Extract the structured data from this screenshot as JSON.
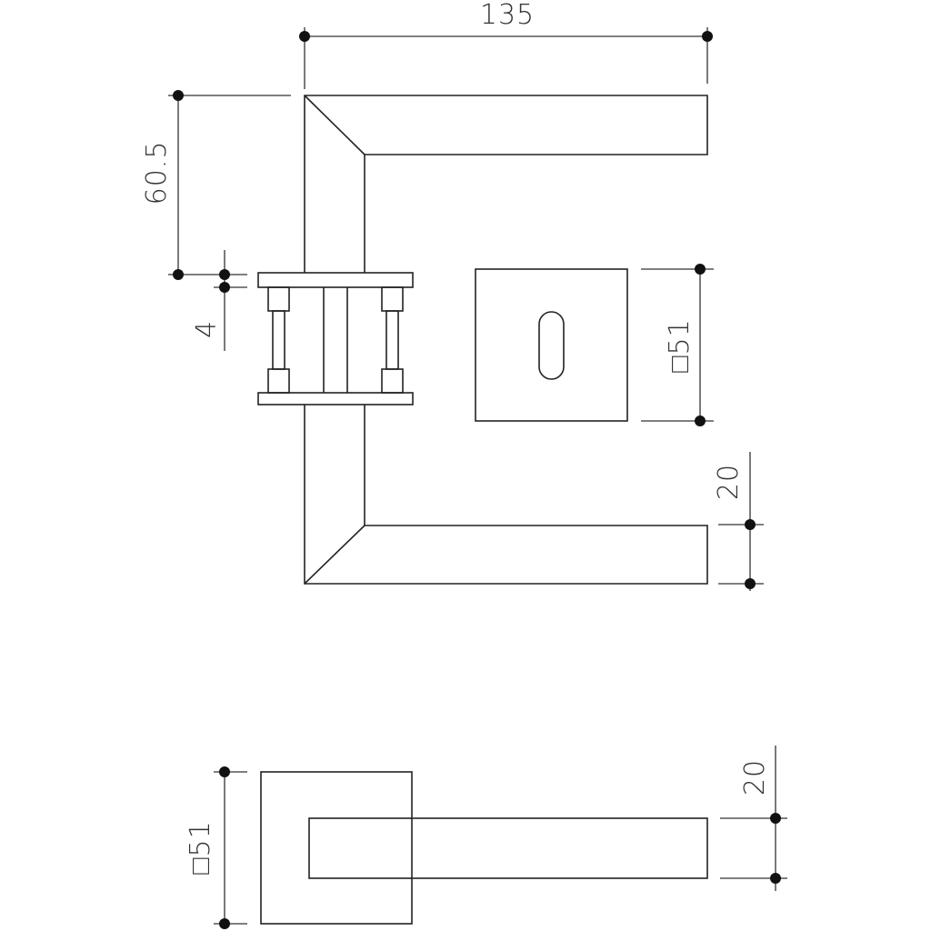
{
  "drawing": {
    "dimensions": {
      "lever_length": "135",
      "lever_height": "60.5",
      "rosette_gap": "4",
      "escutcheon_size": "□51",
      "lever_thickness": "20",
      "rosette_size_bottom": "□51",
      "lever_thickness_bottom": "20"
    },
    "colors": {
      "line": "#222222",
      "background": "#ffffff"
    }
  }
}
